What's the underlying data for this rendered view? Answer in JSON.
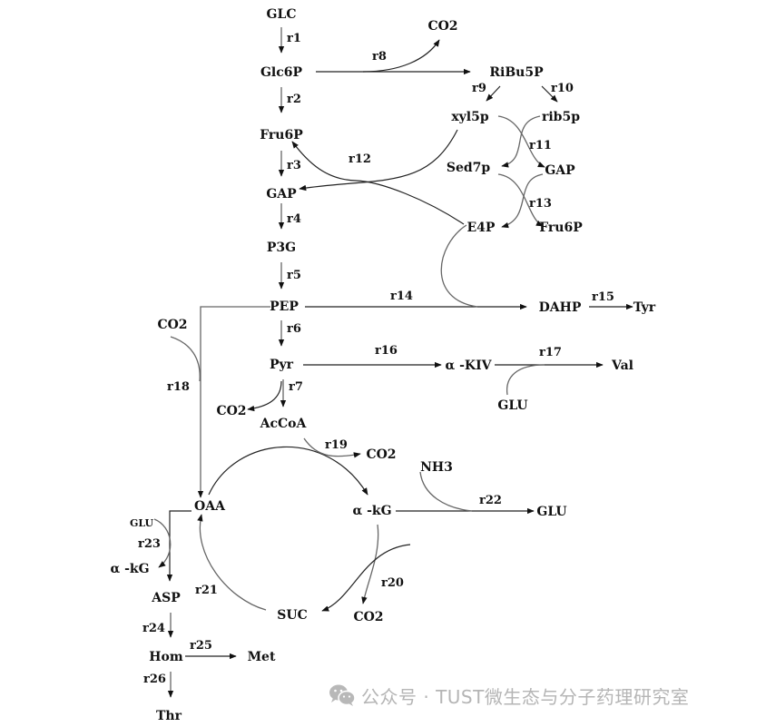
{
  "diagram": {
    "title": "Metabolic pathway network",
    "nodes": {
      "glc": "GLC",
      "glc6p": "Glc6P",
      "fru6p": "Fru6P",
      "gap": "GAP",
      "p3g": "P3G",
      "pep": "PEP",
      "pyr": "Pyr",
      "accoa": "AcCoA",
      "co2_r8": "CO2",
      "ribu5p": "RiBu5P",
      "xyl5p": "xyl5p",
      "rib5p": "rib5p",
      "sed7p": "Sed7p",
      "gap_ppp": "GAP",
      "e4p": "E4P",
      "fru6p_ppp": "Fru6P",
      "dahp": "DAHP",
      "tyr": "Tyr",
      "co2_r18": "CO2",
      "akiv": "α -KIV",
      "val": "Val",
      "glu_r17": "GLU",
      "co2_r7": "CO2",
      "co2_r19": "CO2",
      "nh3": "NH3",
      "akg": "α -kG",
      "glu_r22": "GLU",
      "oaa": "OAA",
      "glu_r23": "GLU",
      "akg_r23": "α -kG",
      "asp": "ASP",
      "suc": "SUC",
      "co2_r20": "CO2",
      "hom": "Hom",
      "met": "Met",
      "thr": "Thr"
    },
    "reactions": {
      "r1": "r1",
      "r2": "r2",
      "r3": "r3",
      "r4": "r4",
      "r5": "r5",
      "r6": "r6",
      "r7": "r7",
      "r8": "r8",
      "r9": "r9",
      "r10": "r10",
      "r11": "r11",
      "r12": "r12",
      "r13": "r13",
      "r14": "r14",
      "r15": "r15",
      "r16": "r16",
      "r17": "r17",
      "r18": "r18",
      "r19": "r19",
      "r20": "r20",
      "r21": "r21",
      "r22": "r22",
      "r23": "r23",
      "r24": "r24",
      "r25": "r25",
      "r26": "r26"
    },
    "edges": [
      {
        "id": "r1",
        "from": "GLC",
        "to": "Glc6P"
      },
      {
        "id": "r2",
        "from": "Glc6P",
        "to": "Fru6P"
      },
      {
        "id": "r3",
        "from": "Fru6P",
        "to": "GAP"
      },
      {
        "id": "r4",
        "from": "GAP",
        "to": "P3G"
      },
      {
        "id": "r5",
        "from": "P3G",
        "to": "PEP"
      },
      {
        "id": "r6",
        "from": "PEP",
        "to": "Pyr"
      },
      {
        "id": "r7",
        "from": "Pyr",
        "to": "AcCoA",
        "side_product": "CO2"
      },
      {
        "id": "r8",
        "from": "Glc6P",
        "to": "RiBu5P",
        "side_product": "CO2"
      },
      {
        "id": "r9",
        "from": "RiBu5P",
        "to": "xyl5p"
      },
      {
        "id": "r10",
        "from": "RiBu5P",
        "to": "rib5p"
      },
      {
        "id": "r11",
        "from": "xyl5p + rib5p",
        "to": "Sed7p + GAP"
      },
      {
        "id": "r12",
        "from": "xyl5p + E4P",
        "to": "Fru6P + GAP"
      },
      {
        "id": "r13",
        "from": "Sed7p + GAP",
        "to": "E4P + Fru6P"
      },
      {
        "id": "r14",
        "from": "PEP + E4P",
        "to": "DAHP"
      },
      {
        "id": "r15",
        "from": "DAHP",
        "to": "Tyr"
      },
      {
        "id": "r16",
        "from": "Pyr",
        "to": "α -KIV"
      },
      {
        "id": "r17",
        "from": "α -KIV + GLU",
        "to": "Val"
      },
      {
        "id": "r18",
        "from": "PEP + CO2",
        "to": "OAA"
      },
      {
        "id": "r19",
        "from": "OAA + AcCoA",
        "to": "α -kG",
        "side_product": "CO2"
      },
      {
        "id": "r20",
        "from": "α -kG",
        "to": "SUC",
        "side_product": "CO2"
      },
      {
        "id": "r21",
        "from": "SUC",
        "to": "OAA"
      },
      {
        "id": "r22",
        "from": "α -kG + NH3",
        "to": "GLU"
      },
      {
        "id": "r23",
        "from": "OAA + GLU",
        "to": "ASP",
        "side_product": "α -kG"
      },
      {
        "id": "r24",
        "from": "ASP",
        "to": "Hom"
      },
      {
        "id": "r25",
        "from": "Hom",
        "to": "Met"
      },
      {
        "id": "r26",
        "from": "Hom",
        "to": "Thr"
      }
    ]
  },
  "watermark": {
    "icon": "wechat-icon",
    "text": "公众号 · TUST微生态与分子药理研究室"
  }
}
